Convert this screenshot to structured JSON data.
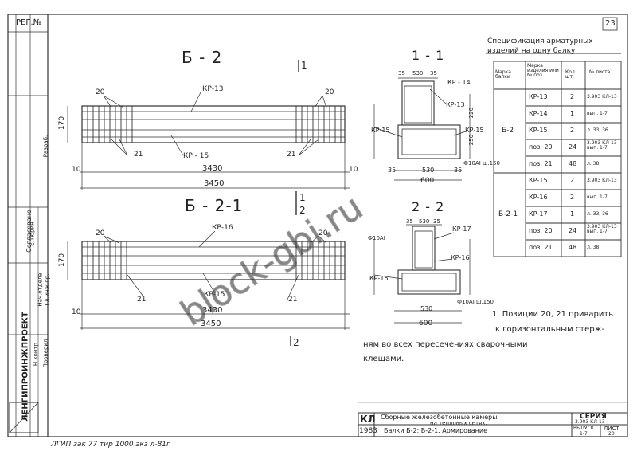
{
  "sheet": {
    "page_number": "23",
    "reg_label": "РЕГ.№"
  },
  "views": {
    "b2_title": "Б - 2",
    "b21_title": "Б - 2-1",
    "section_11": "1 - 1",
    "section_22": "2 - 2",
    "mark_1a": "1",
    "mark_1b": "1",
    "mark_2a": "2",
    "mark_2b": "2"
  },
  "b2": {
    "label_20_left": "20",
    "label_20_right": "20",
    "label_kr13": "КР-13",
    "label_21_left": "21",
    "label_kr15": "КР - 15",
    "label_21_right": "21",
    "dim_height": "170",
    "dim_10_left": "10",
    "dim_3430": "3430",
    "dim_10_right": "10",
    "dim_3450": "3450"
  },
  "b21": {
    "label_20_left": "20",
    "label_20_right": "20",
    "label_kr16": "КР-16",
    "label_21_left": "21",
    "label_kr15": "КР-15",
    "label_21_right": "21",
    "dim_height": "170",
    "dim_10_left": "10",
    "dim_3430": "3430",
    "dim_3450": "3450"
  },
  "sec11": {
    "d35a": "35",
    "d530": "530",
    "d35b": "35",
    "kr14": "КР - 14",
    "kr13": "КР-13",
    "kr15a": "КР-15",
    "kr15b": "КР-15",
    "d220": "220",
    "d250": "250",
    "d35c": "35",
    "d530b": "530",
    "d35d": "35",
    "d600": "600",
    "rebar_note": "Ф10АI ш.150"
  },
  "sec22": {
    "d35a": "35",
    "d530": "530",
    "d35b": "35",
    "kr17": "КР-17",
    "kr16": "КР-16",
    "kr15": "КР-15",
    "rebar_top": "Ф10АI",
    "d530b": "530",
    "d600": "600",
    "rebar_note": "Ф10АI ш.150"
  },
  "spec": {
    "title_line1": "Спецификация арматурных",
    "title_line2": "изделий на одну балку",
    "headers": [
      "Марка балки",
      "Марка изделия или № поз",
      "Кол. шт.",
      "№ листа"
    ],
    "groups": [
      {
        "beam": "Б-2",
        "rows": [
          [
            "КР-13",
            "2",
            "3.903 КЛ-13"
          ],
          [
            "КР-14",
            "1",
            "вып. 1-7"
          ],
          [
            "КР-15",
            "2",
            "л. 33, 36"
          ],
          [
            "поз. 20",
            "24",
            "3.903 КЛ-13 вып. 1-7"
          ],
          [
            "поз. 21",
            "48",
            "л. 38"
          ]
        ]
      },
      {
        "beam": "Б-2-1",
        "rows": [
          [
            "КР-15",
            "2",
            "3.903 КЛ-13"
          ],
          [
            "КР-16",
            "2",
            "вып. 1-7"
          ],
          [
            "КР-17",
            "1",
            "л. 33, 36"
          ],
          [
            "поз. 20",
            "24",
            "3.903 КЛ-13 вып. 1-7"
          ],
          [
            "поз. 21",
            "48",
            "л. 38"
          ]
        ]
      }
    ]
  },
  "note": {
    "line1": "1. Позиции 20, 21 приварить",
    "line2": "к горизонтальным стерж-",
    "line3": "ням во всех пересечениях сварочными",
    "line4": "клещами."
  },
  "watermark": "block-gbi.ru",
  "title_block": {
    "org": "ЛЕНГИПРОИНЖПРОЕКТ",
    "kl": "КЛ",
    "year": "1983",
    "title1": "Сборные железобетонные камеры",
    "title2": "на тепловых сетях.",
    "title3": "Балки Б-2; Б-2-1. Армирование",
    "series_label": "СЕРИЯ",
    "series_value": "3.903 КЛ-13",
    "issue_label": "ВЫПУСК",
    "issue_value": "1-7",
    "sheet_label": "ЛИСТ",
    "sheet_value": "20"
  },
  "footer": {
    "order": "ЛГИП зак 77 тир 1000 экз л-81г"
  },
  "side_stamps": {
    "s1": "Согласовано",
    "s2": "Е.Тюрин",
    "s3": "Нач.отдела",
    "s4": "Гл.инж.пр.",
    "s5": "Н.контр.",
    "s6": "Проверил",
    "s7": "Разраб."
  }
}
